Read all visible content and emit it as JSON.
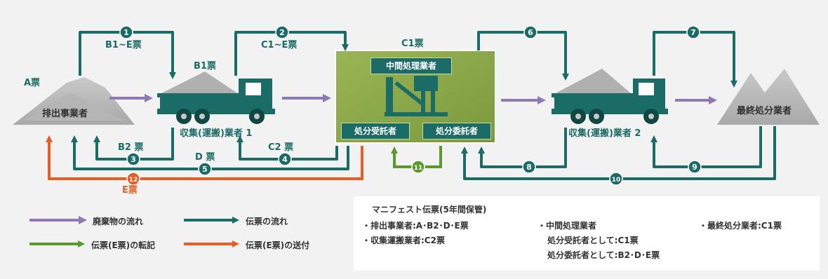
{
  "colors": {
    "waste_flow": "#8e7ab0",
    "slip_flow": "#1b6b66",
    "transfer": "#5a9a2a",
    "send": "#e85d23",
    "center_box": "#8aa847"
  },
  "labels": {
    "a_slip": "A票",
    "b1_slip": "B1票",
    "c1_slip": "C1票",
    "b1e_slip": "B1~E票",
    "c1e_slip": "C1~E票",
    "b2_slip": "B2 票",
    "c2_slip": "C2 票",
    "d_slip": "D 票",
    "e_slip": "E票",
    "emitter": "排出事業者",
    "collector1": "収集(運搬)業者 1",
    "collector2": "収集(運搬)業者 2",
    "intermediate": "中間処理業者",
    "disposal_trustee": "処分受託者",
    "disposal_truster": "処分委託者",
    "final": "最終処分業者"
  },
  "steps": [
    "1",
    "2",
    "3",
    "4",
    "5",
    "6",
    "7",
    "8",
    "9",
    "10",
    "11",
    "12"
  ],
  "legend": {
    "waste_flow": "廃棄物の流れ",
    "slip_flow": "伝票の流れ",
    "transfer": "伝票(E票)の転記",
    "send": "伝票(E票)の送付"
  },
  "notes": {
    "title": "マニフェスト伝票(5年間保管)",
    "emitter": "・排出事業者:A･B2･D･E票",
    "collector": "・収集運搬業者:C2票",
    "intermediate": "・中間処理業者",
    "as_trustee": "処分受託者として:C1票",
    "as_truster": "処分委託者として:B2･D･E票",
    "final": "・最終処分業者:C1票"
  }
}
